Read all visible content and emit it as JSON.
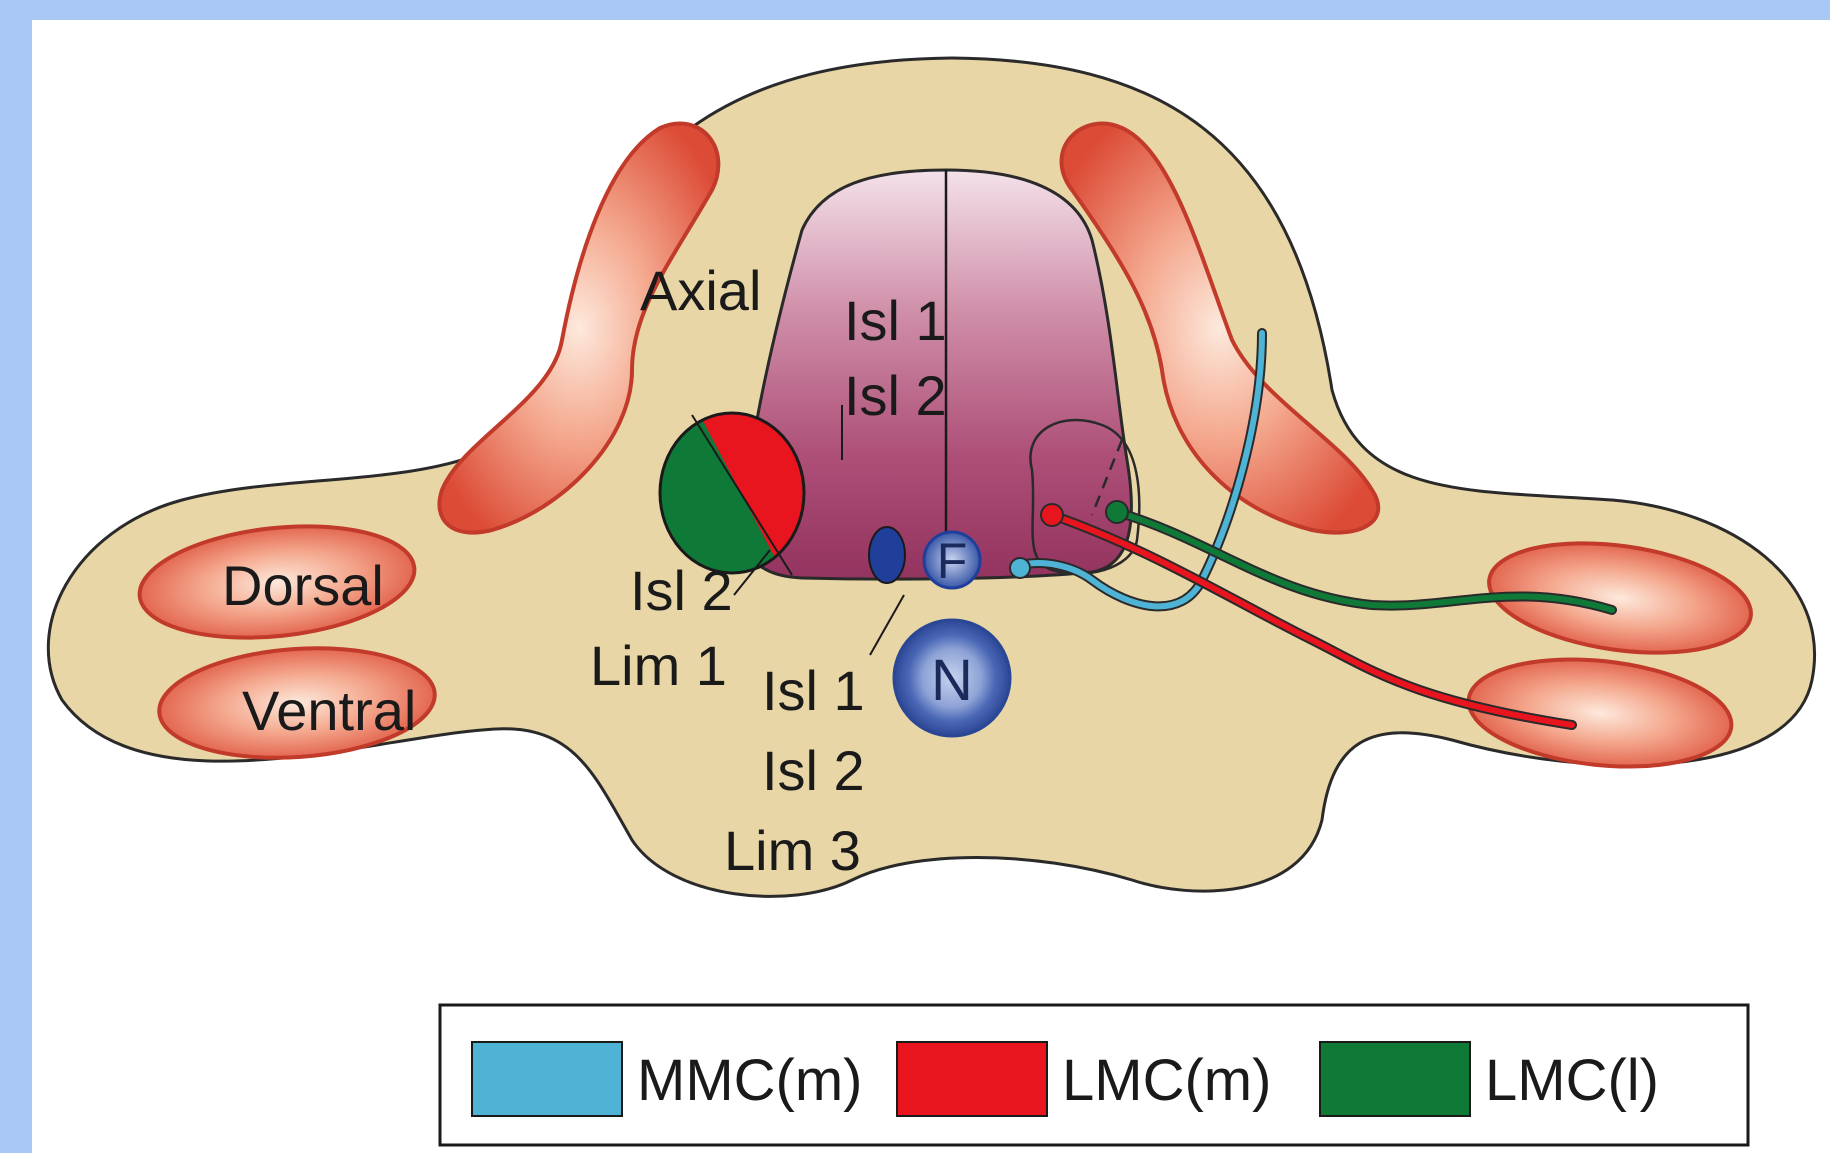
{
  "colors": {
    "background": "#a9c8f5",
    "tissue": "#e9d6a6",
    "muscle": "#e25a45",
    "spinal_cord": "#a8416b",
    "notochord": "#3f5fb0",
    "mmc_m": "#4fb3d6",
    "lmc_m": "#e8141e",
    "lmc_l": "#0f7a38"
  },
  "labels": {
    "axial": "Axial",
    "dorsal": "Dorsal",
    "ventral": "Ventral",
    "isl1_top": "Isl 1",
    "isl2_top": "Isl 2",
    "isl2_lim1_a": "Isl 2",
    "isl2_lim1_b": "Lim 1",
    "isl1_stack": "Isl 1",
    "isl2_stack": "Isl 2",
    "lim3_stack": "Lim 3",
    "floorplate": "F",
    "notochord": "N"
  },
  "legend": {
    "items": [
      {
        "label": "MMC(m)",
        "color": "#4fb3d6"
      },
      {
        "label": "LMC(m)",
        "color": "#e8141e"
      },
      {
        "label": "LMC(l)",
        "color": "#0f7a38"
      }
    ]
  }
}
